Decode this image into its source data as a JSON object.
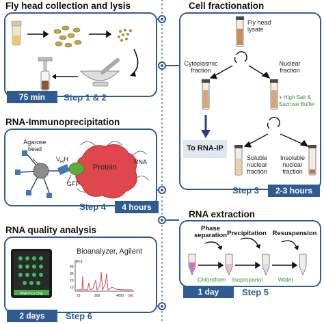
{
  "colors": {
    "accent": "#2f5b95",
    "divider": "#8a8a8a",
    "protein": "#e0474c",
    "gfp": "#5cab3c",
    "precip_tube": "#d46bc9",
    "buffer_text": "#3a8f3a"
  },
  "panels": {
    "fly": {
      "title": "Fly head  collection and lysis",
      "step": "Step 1 & 2",
      "time": "75 min"
    },
    "rnaip": {
      "title": "RNA-Immunoprecipitation",
      "step": "Step 4",
      "time": "4 hours",
      "labels": {
        "agarose": "Agarose\nbead",
        "rna": "RNA",
        "vh": "VHH",
        "vh_main": "V",
        "vh_sub": "H",
        "vh_tail": "H",
        "protein": "Protein",
        "gfp": "GFP"
      }
    },
    "quality": {
      "title": "RNA quality analysis",
      "step": "Step 6",
      "time": "2 days",
      "labels": {
        "bioanalyzer": "Bioanalyzer, Agilent",
        "chip": "RNA Pico Chip",
        "fu": "[FU]",
        "nt": "[nt]",
        "yticks": [
          "40",
          "30",
          "20",
          "10"
        ],
        "xticks": [
          "25",
          "200",
          "4000"
        ]
      }
    },
    "cell": {
      "title": "Cell fractionation",
      "step": "Step 3",
      "time": "2-3 hours",
      "labels": {
        "lysate": "Fly head\nlysate",
        "cyto": "Cytoplasmic\nfraction",
        "nuclear": "Nuclear\nfraction",
        "buffer": "+ High Salt &\nSucrose Buffer",
        "to_rnaip": "To RNA-IP",
        "soluble": "Soluble\nnuclear\nfraction",
        "insoluble": "Insoluble\nnuclear\nfraction"
      }
    },
    "extraction": {
      "title": "RNA extraction",
      "step": "Step 5",
      "time": "1 day",
      "labels": {
        "phase": "Phase\nseparation",
        "precip": "Precipitation",
        "resusp": "Resuspension",
        "chloroform": "Chloroform",
        "isopropanol": "Isopropanol",
        "water": "Water"
      }
    }
  }
}
